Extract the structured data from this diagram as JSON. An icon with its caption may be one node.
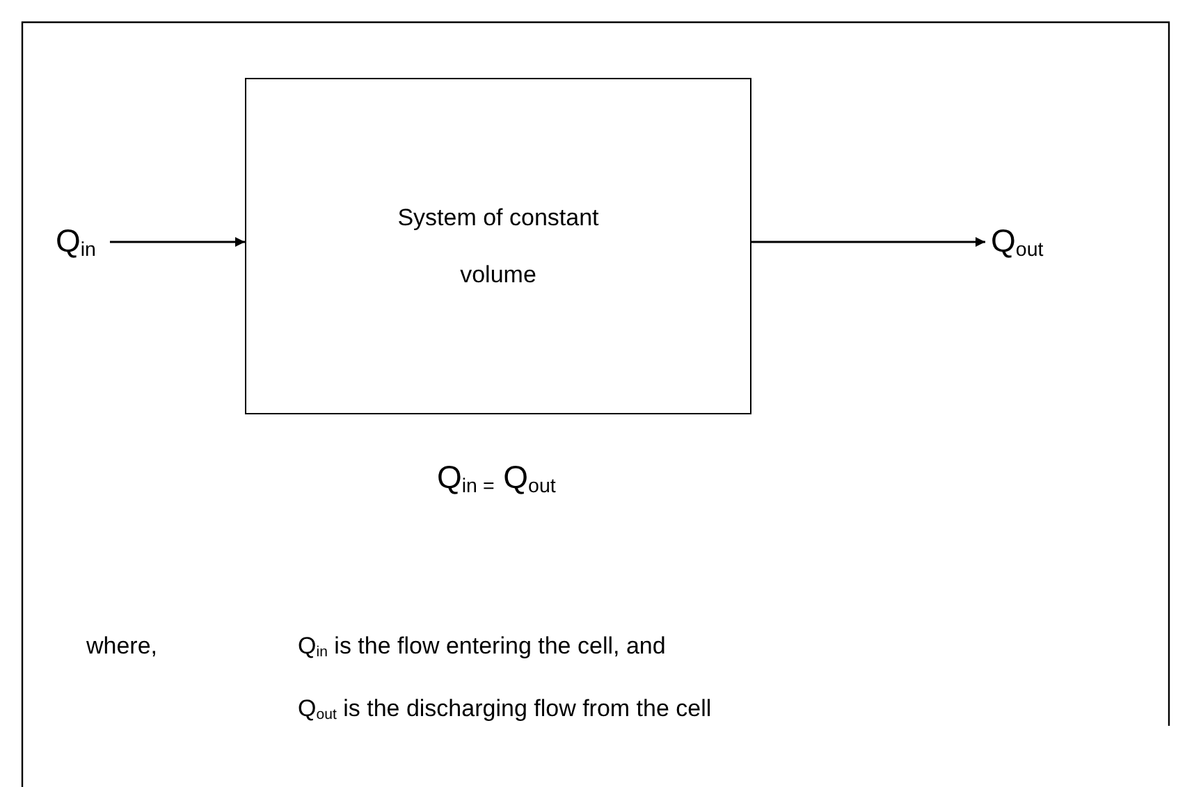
{
  "diagram": {
    "nodes": [
      {
        "text": [
          "Q$_{in}$"
        ]
      },
      {
        "text": [
          "System of constant volume"
        ]
      },
      {
        "text": [
          "Q$_{out}$"
        ]
      }
    ],
    "edges": [
      {
        "from": 0,
        "to": 1,
        "arrow": "to"
      },
      {
        "from": 1,
        "to": 2,
        "arrow": "to"
      }
    ],
    "labels": [
      "Q$_{in =}$ Q$_{out}$",
      "where,",
      "Q$_{in}$ is the flow entering the cell, and",
      "Q$_{out}$ is the discharging flow from the cell"
    ]
  }
}
